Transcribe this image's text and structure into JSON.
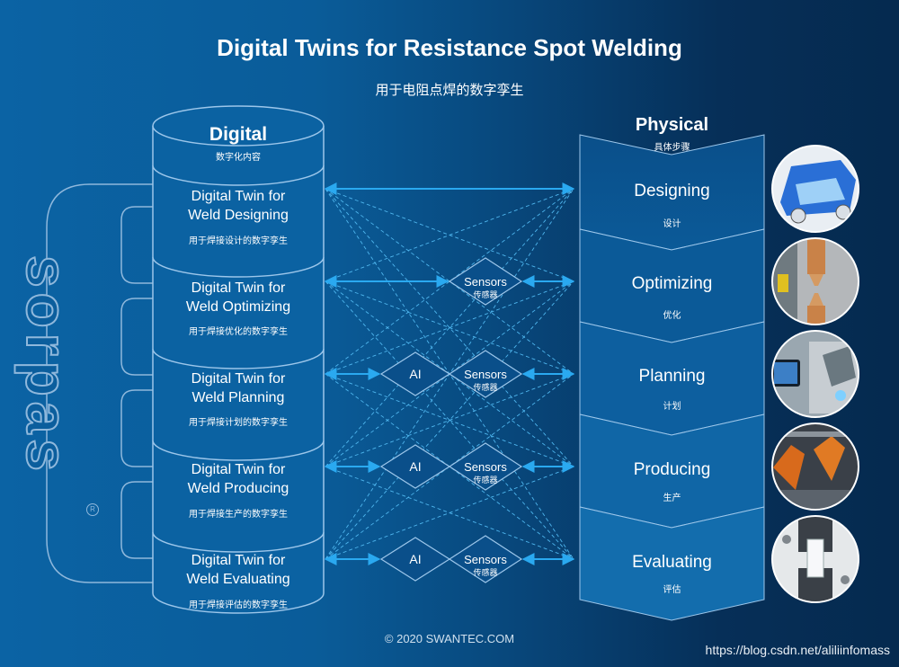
{
  "header": {
    "title": "Digital Twins for Resistance Spot Welding",
    "subtitle": "用于电阻点焊的数字孪生"
  },
  "digital": {
    "title": "Digital",
    "title_cn": "数字化内容",
    "twins": [
      {
        "line1": "Digital Twin for",
        "line2": "Weld Designing",
        "cn": "用于焊接设计的数字孪生"
      },
      {
        "line1": "Digital Twin for",
        "line2": "Weld Optimizing",
        "cn": "用于焊接优化的数字孪生"
      },
      {
        "line1": "Digital Twin for",
        "line2": "Weld Planning",
        "cn": "用于焊接计划的数字孪生"
      },
      {
        "line1": "Digital Twin for",
        "line2": "Weld Producing",
        "cn": "用于焊接生产的数字孪生"
      },
      {
        "line1": "Digital Twin for",
        "line2": "Weld Evaluating",
        "cn": "用于焊接评估的数字孪生"
      }
    ]
  },
  "physical": {
    "title": "Physical",
    "title_cn": "具体步骤",
    "stages": [
      {
        "label": "Designing",
        "cn": "设计",
        "photo": "car-body-cad-image"
      },
      {
        "label": "Optimizing",
        "cn": "优化",
        "photo": "welding-electrode-image"
      },
      {
        "label": "Planning",
        "cn": "计划",
        "photo": "tablet-robot-image"
      },
      {
        "label": "Producing",
        "cn": "生产",
        "photo": "robot-production-line-image"
      },
      {
        "label": "Evaluating",
        "cn": "评估",
        "photo": "tensile-test-image"
      }
    ]
  },
  "links": {
    "sensors_label": "Sensors",
    "sensors_cn": "传感器",
    "ai_label": "AI"
  },
  "brand": {
    "name": "sorpas",
    "registered": "R"
  },
  "footer": {
    "copyright": "© 2020 SWANTEC.COM",
    "watermark": "https://blog.csdn.net/alili​infomass"
  },
  "colors": {
    "arrow": "#2aa9f0",
    "outline": "#9cc6ea",
    "text": "#ffffff"
  }
}
